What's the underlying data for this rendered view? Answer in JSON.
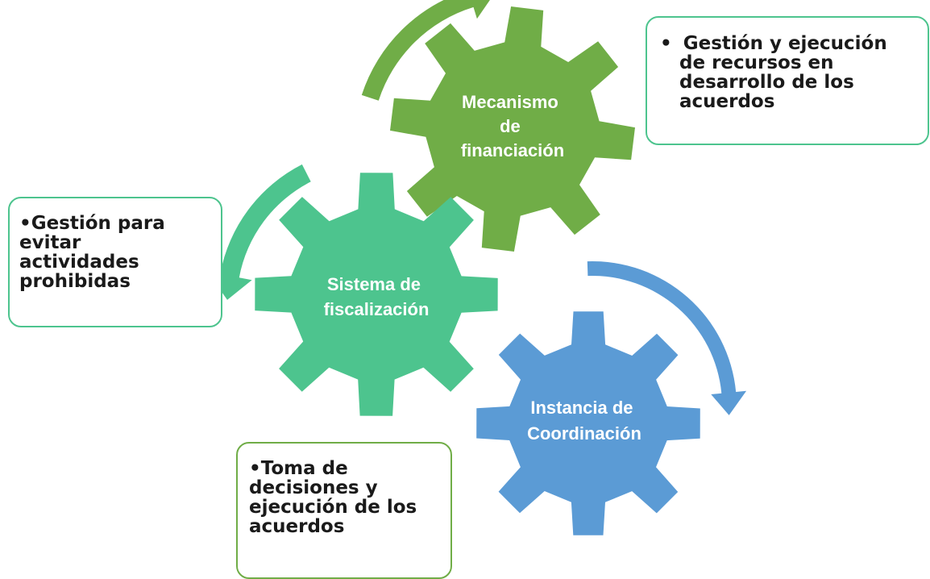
{
  "colors": {
    "gear_financing": "#70AD47",
    "gear_oversight": "#4DC48E",
    "gear_coordination": "#5B9BD5",
    "text_dark": "#1a1a1a",
    "text_light": "#ffffff"
  },
  "gears": {
    "financing": {
      "label_lines": [
        "Mecanismo",
        "de",
        "financiación"
      ]
    },
    "oversight": {
      "label_lines": [
        "Sistema de",
        "fiscalización"
      ]
    },
    "coordination": {
      "label_lines": [
        "Instancia de",
        "Coordinación"
      ]
    }
  },
  "callouts": {
    "financing": {
      "bullet": "•",
      "lines": [
        "Gestión y ejecución",
        "de recursos en",
        "desarrollo de los",
        "acuerdos"
      ]
    },
    "oversight": {
      "bullet": "•",
      "lines": [
        "Gestión para",
        "evitar",
        "actividades",
        "prohibidas"
      ]
    },
    "coordination": {
      "bullet": "•",
      "lines": [
        "Toma de",
        "decisiones y",
        "ejecución de los",
        "acuerdos"
      ]
    }
  },
  "arrows": [
    "curved-arrow-financing",
    "curved-arrow-oversight",
    "curved-arrow-coordination"
  ]
}
